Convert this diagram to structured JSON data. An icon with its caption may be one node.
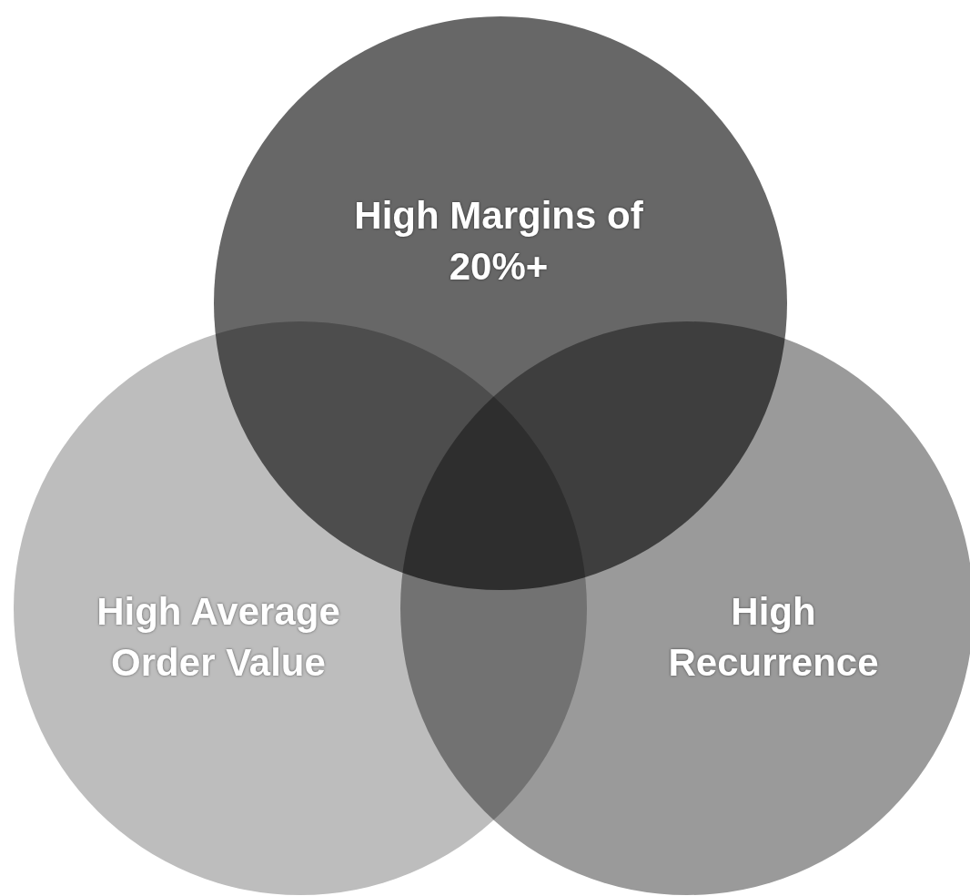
{
  "diagram": {
    "nodes": [
      {
        "text": [
          "High Average Order Value"
        ]
      },
      {
        "text": [
          "High Recurrence"
        ]
      },
      {
        "text": [
          "High Margins of 20%+"
        ]
      }
    ]
  }
}
